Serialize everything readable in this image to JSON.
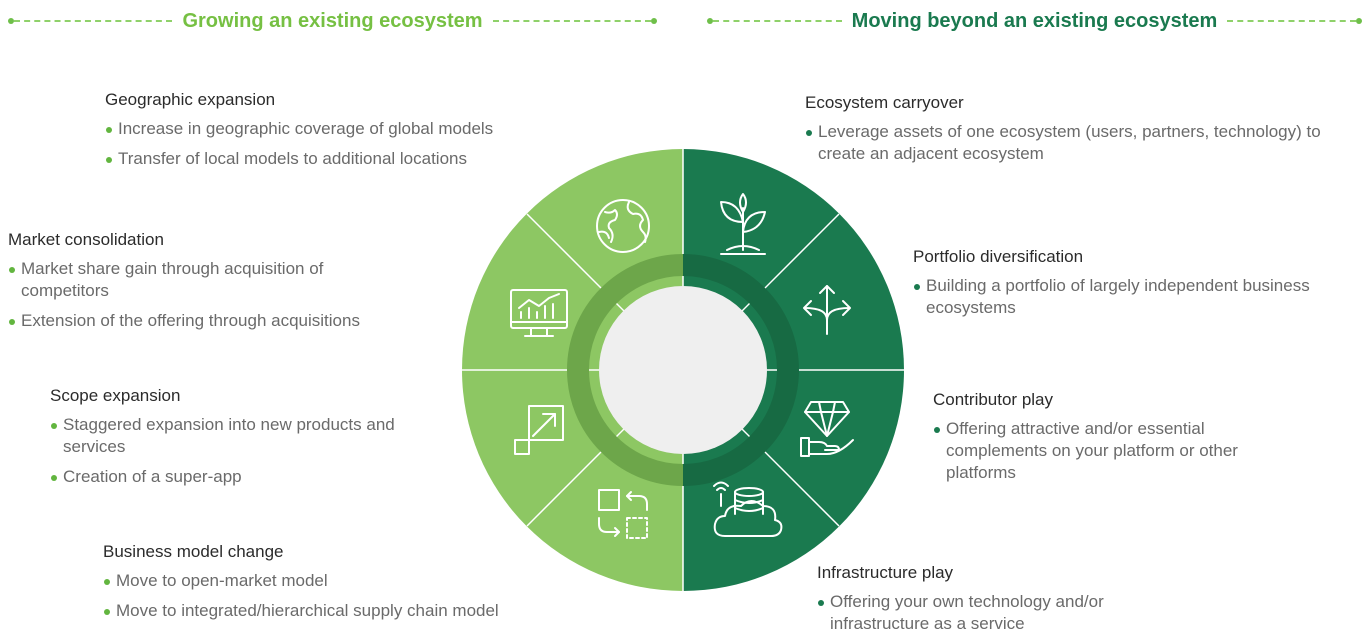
{
  "headers": {
    "left": "Growing an existing ecosystem",
    "right": "Moving beyond an existing ecosystem"
  },
  "colors": {
    "light_green": "#8dc763",
    "dark_green": "#1a7a4f",
    "ring_light": "#6da64a",
    "ring_dark": "#176a43",
    "center": "#efefef",
    "header_light": "#76c043"
  },
  "left_blocks": [
    {
      "title": "Geographic expansion",
      "bullets": [
        "Increase in geographic coverage of global models",
        "Transfer of local models to additional locations"
      ]
    },
    {
      "title": "Market consolidation",
      "bullets": [
        "Market share gain through acquisition of competitors",
        "Extension of the offering through acquisitions"
      ]
    },
    {
      "title": "Scope expansion",
      "bullets": [
        "Staggered expansion into new products and services",
        "Creation of a super-app"
      ]
    },
    {
      "title": "Business model change",
      "bullets": [
        "Move to open-market model",
        "Move to integrated/hierarchical supply chain model"
      ]
    }
  ],
  "right_blocks": [
    {
      "title": "Ecosystem carryover",
      "bullets": [
        "Leverage assets of one ecosystem (users, partners, technology) to create an adjacent ecosystem"
      ]
    },
    {
      "title": "Portfolio diversification",
      "bullets": [
        "Building a portfolio of largely independent business ecosystems"
      ]
    },
    {
      "title": "Contributor play",
      "bullets": [
        "Offering attractive and/or essential complements on your platform or other platforms"
      ]
    },
    {
      "title": "Infrastructure play",
      "bullets": [
        "Offering your own technology and/or infrastructure as a service"
      ]
    }
  ],
  "wheel_icons": {
    "left": [
      "globe-icon",
      "chart-monitor-icon",
      "expand-arrow-icon",
      "swap-squares-icon"
    ],
    "right": [
      "plant-icon",
      "diverging-arrows-icon",
      "diamond-hand-icon",
      "cloud-database-icon"
    ]
  }
}
